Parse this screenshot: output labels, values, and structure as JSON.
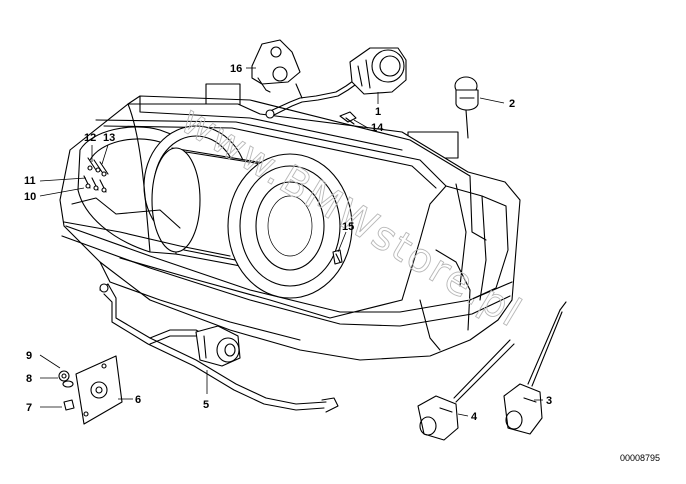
{
  "diagram": {
    "title": "Heater blower housing with control flap actuators",
    "watermark": "www.BMWstore.pl",
    "document_number": "00008795",
    "callouts": [
      {
        "id": "1",
        "label": "1"
      },
      {
        "id": "2",
        "label": "2"
      },
      {
        "id": "3",
        "label": "3"
      },
      {
        "id": "4",
        "label": "4"
      },
      {
        "id": "5",
        "label": "5"
      },
      {
        "id": "6",
        "label": "6"
      },
      {
        "id": "7",
        "label": "7"
      },
      {
        "id": "8",
        "label": "8"
      },
      {
        "id": "9",
        "label": "9"
      },
      {
        "id": "10",
        "label": "10"
      },
      {
        "id": "11",
        "label": "11"
      },
      {
        "id": "12",
        "label": "12"
      },
      {
        "id": "13",
        "label": "13"
      },
      {
        "id": "14",
        "label": "14"
      },
      {
        "id": "15",
        "label": "15"
      },
      {
        "id": "16",
        "label": "16"
      }
    ]
  }
}
